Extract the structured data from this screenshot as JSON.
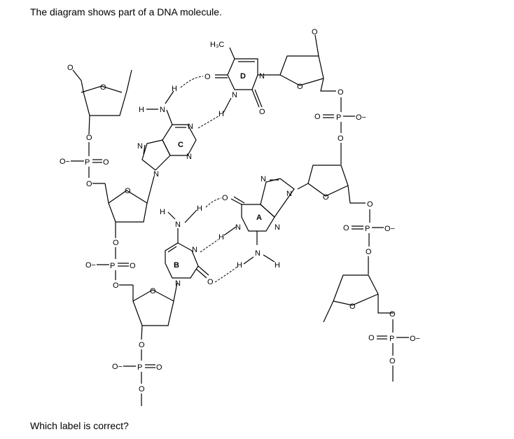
{
  "question": "The diagram shows part of a DNA molecule.",
  "prompt": "Which label is correct?",
  "labels": {
    "a": "A",
    "b": "B",
    "c": "C",
    "d": "D"
  },
  "atoms": {
    "O": "O",
    "P": "P",
    "N": "N",
    "H": "H",
    "O_minus": "O−",
    "H3C": "H₃C"
  }
}
